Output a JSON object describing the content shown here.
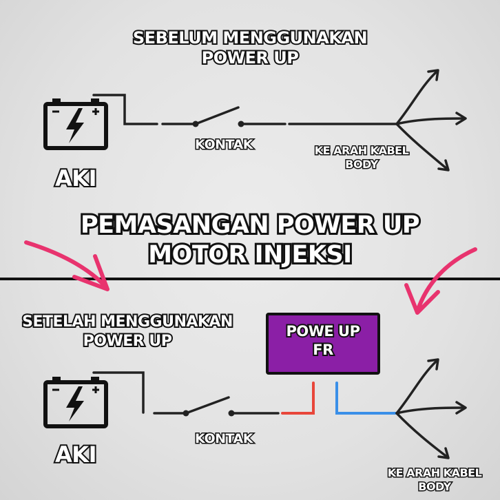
{
  "top": {
    "title_line1": "SEBELUM MENGGUNAKAN",
    "title_line2": "POWER UP",
    "battery_label": "AKI",
    "switch_label": "KONTAK",
    "dest_line1": "KE ARAH KABEL",
    "dest_line2": "BODY"
  },
  "center": {
    "title_line1": "PEMASANGAN POWER UP",
    "title_line2": "MOTOR INJEKSI"
  },
  "bottom": {
    "title_line1": "SETELAH MENGGUNAKAN",
    "title_line2": "POWER UP",
    "module_line1": "POWE UP",
    "module_line2": "FR",
    "battery_label": "AKI",
    "switch_label": "KONTAK",
    "dest_line1": "KE ARAH KABEL",
    "dest_line2": "BODY"
  },
  "colors": {
    "module_fill": "#8b1fa6",
    "wire_red": "#e8463a",
    "wire_blue": "#3a8fe8",
    "arrow_pink": "#e8336e"
  },
  "icons": [
    "battery-icon",
    "switch-icon",
    "arrow-icon"
  ]
}
